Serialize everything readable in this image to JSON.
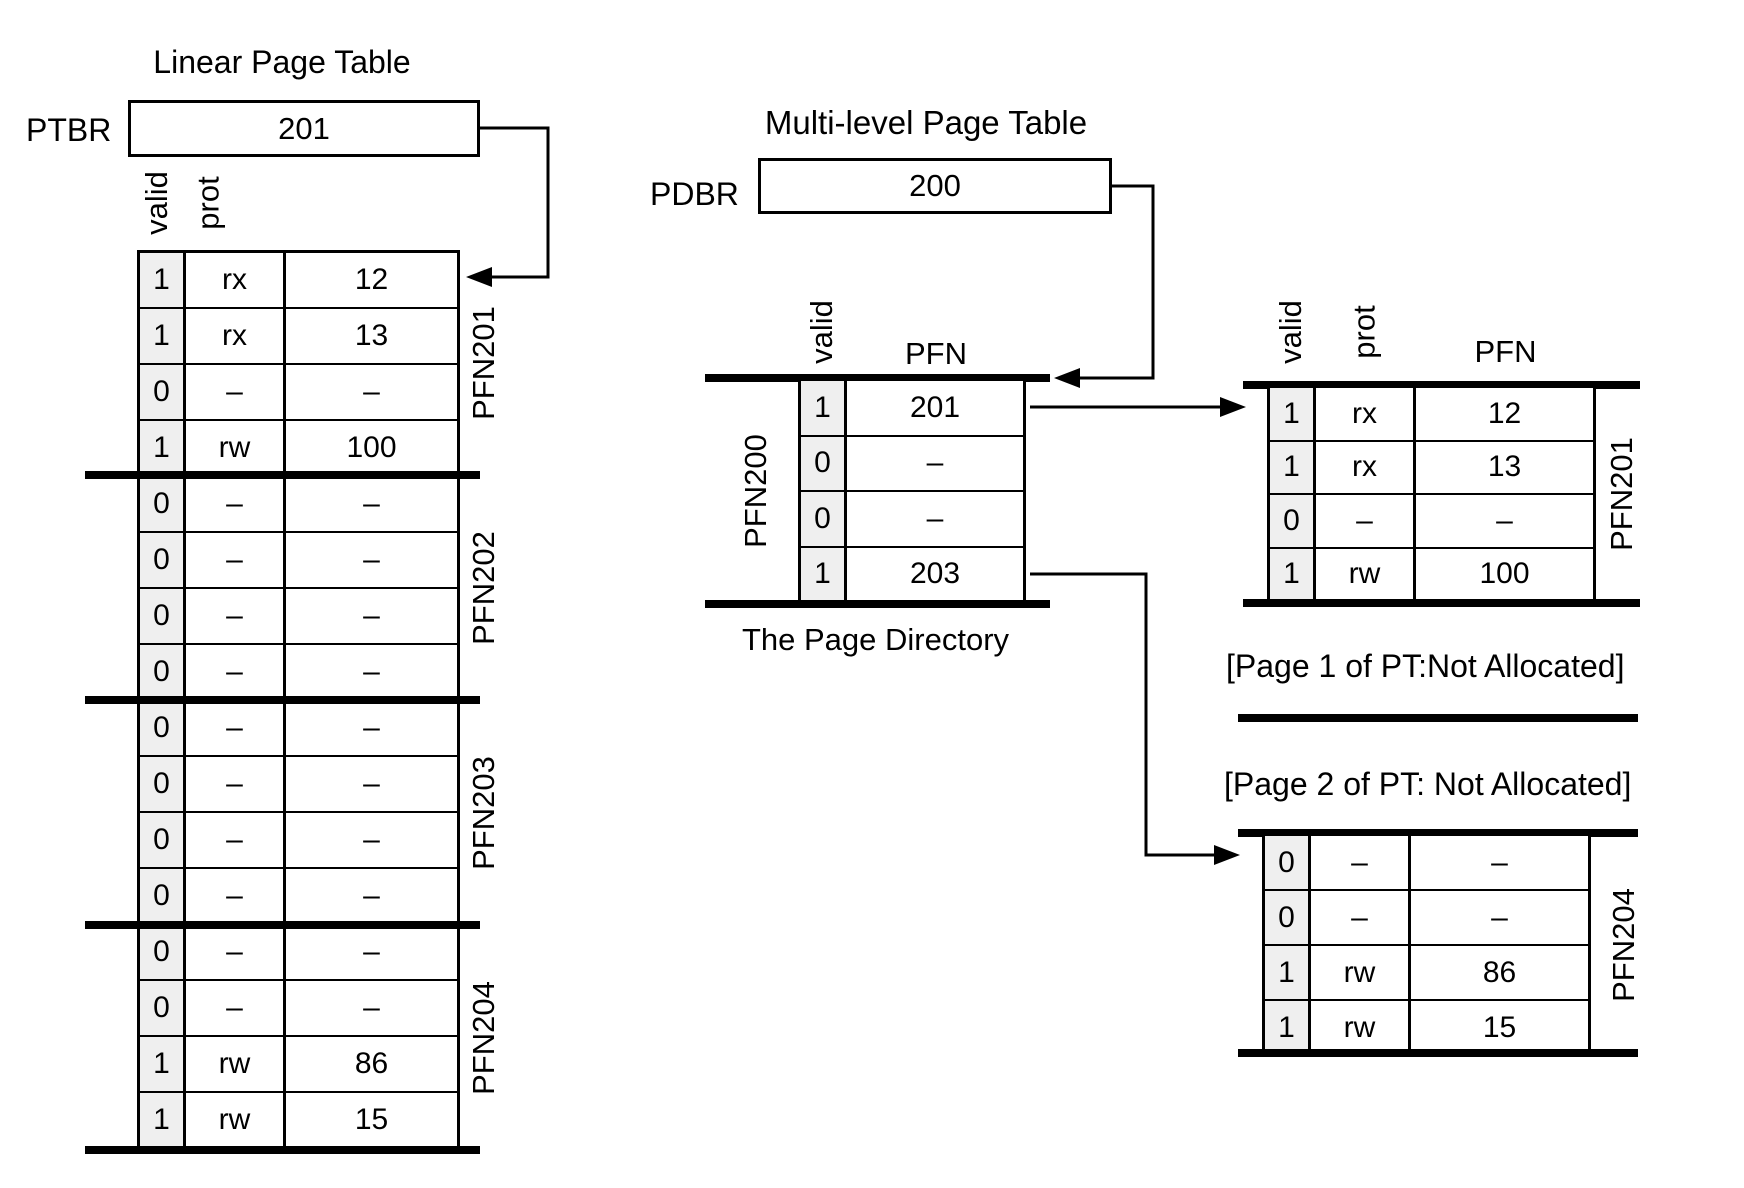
{
  "diagram": {
    "linear": {
      "title": "Linear Page Table",
      "register": {
        "label": "PTBR",
        "value": "201"
      },
      "headers": {
        "valid": "valid",
        "prot": "prot"
      },
      "groups": [
        {
          "label": "PFN201",
          "rows": [
            [
              "1",
              "rx",
              "12"
            ],
            [
              "1",
              "rx",
              "13"
            ],
            [
              "0",
              "–",
              "–"
            ],
            [
              "1",
              "rw",
              "100"
            ]
          ]
        },
        {
          "label": "PFN202",
          "rows": [
            [
              "0",
              "–",
              "–"
            ],
            [
              "0",
              "–",
              "–"
            ],
            [
              "0",
              "–",
              "–"
            ],
            [
              "0",
              "–",
              "–"
            ]
          ]
        },
        {
          "label": "PFN203",
          "rows": [
            [
              "0",
              "–",
              "–"
            ],
            [
              "0",
              "–",
              "–"
            ],
            [
              "0",
              "–",
              "–"
            ],
            [
              "0",
              "–",
              "–"
            ]
          ]
        },
        {
          "label": "PFN204",
          "rows": [
            [
              "0",
              "–",
              "–"
            ],
            [
              "0",
              "–",
              "–"
            ],
            [
              "1",
              "rw",
              "86"
            ],
            [
              "1",
              "rw",
              "15"
            ]
          ]
        }
      ]
    },
    "multilevel": {
      "title": "Multi-level Page Table",
      "register": {
        "label": "PDBR",
        "value": "200"
      },
      "directory": {
        "headers": {
          "valid": "valid",
          "pfn": "PFN"
        },
        "side_label": "PFN200",
        "rows": [
          [
            "1",
            "201"
          ],
          [
            "0",
            "–"
          ],
          [
            "0",
            "–"
          ],
          [
            "1",
            "203"
          ]
        ],
        "caption": "The Page Directory"
      },
      "pt_page_0": {
        "headers": {
          "valid": "valid",
          "prot": "prot",
          "pfn": "PFN"
        },
        "side_label": "PFN201",
        "rows": [
          [
            "1",
            "rx",
            "12"
          ],
          [
            "1",
            "rx",
            "13"
          ],
          [
            "0",
            "–",
            "–"
          ],
          [
            "1",
            "rw",
            "100"
          ]
        ]
      },
      "notes": {
        "page1": "[Page 1 of PT:Not Allocated]",
        "page2": "[Page 2 of PT: Not Allocated]"
      },
      "pt_page_3": {
        "side_label": "PFN204",
        "rows": [
          [
            "0",
            "–",
            "–"
          ],
          [
            "0",
            "–",
            "–"
          ],
          [
            "1",
            "rw",
            "86"
          ],
          [
            "1",
            "rw",
            "15"
          ]
        ]
      }
    },
    "colors": {
      "valid_column_bg": "#efefef",
      "line": "#000000",
      "background": "#ffffff"
    }
  }
}
